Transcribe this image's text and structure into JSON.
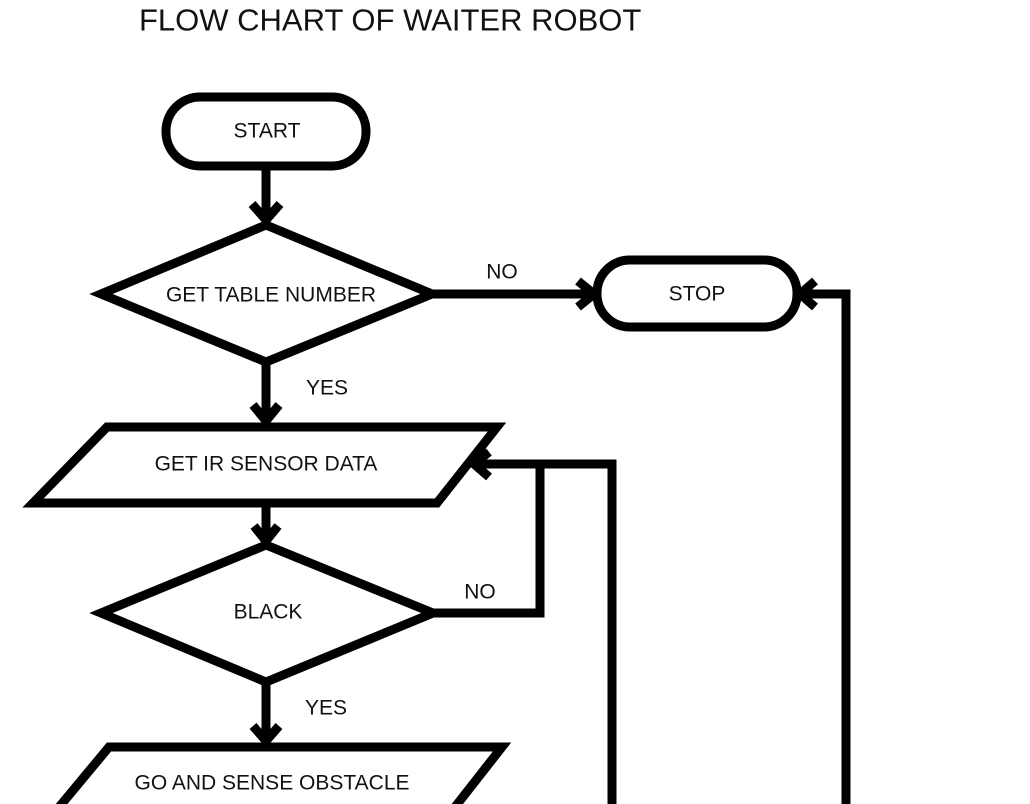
{
  "title": "FLOW CHART OF WAITER ROBOT",
  "colors": {
    "stroke": "#000000",
    "background": "#ffffff",
    "text": "#111111"
  },
  "nodes": {
    "start": {
      "shape": "terminator",
      "label": "START"
    },
    "get_table_number": {
      "shape": "decision",
      "label": "GET TABLE NUMBER"
    },
    "stop": {
      "shape": "terminator",
      "label": "STOP"
    },
    "get_ir_sensor_data": {
      "shape": "input-output",
      "label": "GET IR SENSOR DATA"
    },
    "black": {
      "shape": "decision",
      "label": "BLACK"
    },
    "go_and_sense_obstacle": {
      "shape": "input-output",
      "label": "GO AND SENSE OBSTACLE"
    }
  },
  "edges": {
    "start_to_table": {
      "from": "START",
      "to": "GET TABLE NUMBER",
      "label": ""
    },
    "table_no": {
      "from": "GET TABLE NUMBER",
      "to": "STOP",
      "label": "NO"
    },
    "table_yes": {
      "from": "GET TABLE NUMBER",
      "to": "GET IR SENSOR DATA",
      "label": "YES"
    },
    "ir_to_black": {
      "from": "GET IR SENSOR DATA",
      "to": "BLACK",
      "label": ""
    },
    "black_no": {
      "from": "BLACK",
      "to": "GET IR SENSOR DATA",
      "label": "NO"
    },
    "black_yes": {
      "from": "BLACK",
      "to": "GO AND SENSE OBSTACLE",
      "label": "YES"
    },
    "loop_to_ir": {
      "from": "",
      "to": "GET IR SENSOR DATA",
      "label": ""
    },
    "loop_to_stop": {
      "from": "",
      "to": "STOP",
      "label": ""
    }
  }
}
